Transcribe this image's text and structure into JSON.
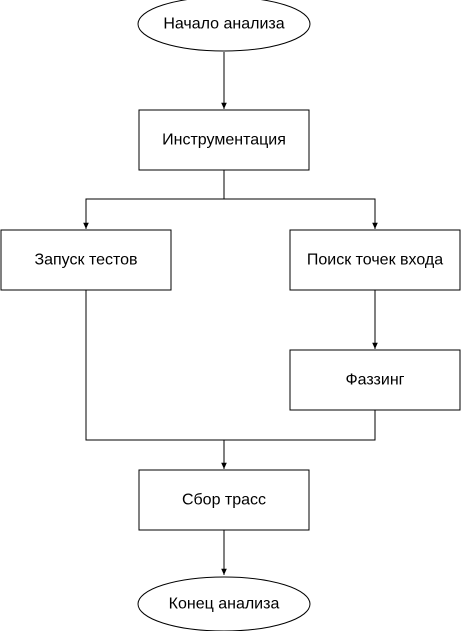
{
  "diagram": {
    "nodes": {
      "start": "Начало анализа",
      "instrumentation": "Инструментация",
      "run_tests": "Запуск тестов",
      "find_entry_points": "Поиск точек входа",
      "fuzzing": "Фаззинг",
      "collect_traces": "Сбор трасс",
      "end": "Конец анализа"
    },
    "edges": [
      {
        "from": "start",
        "to": "instrumentation"
      },
      {
        "from": "instrumentation",
        "to": "run_tests"
      },
      {
        "from": "instrumentation",
        "to": "find_entry_points"
      },
      {
        "from": "find_entry_points",
        "to": "fuzzing"
      },
      {
        "from": "run_tests",
        "to": "collect_traces"
      },
      {
        "from": "fuzzing",
        "to": "collect_traces"
      },
      {
        "from": "collect_traces",
        "to": "end"
      }
    ],
    "colors": {
      "stroke": "#000000",
      "fill": "#ffffff",
      "text": "#000000"
    }
  }
}
